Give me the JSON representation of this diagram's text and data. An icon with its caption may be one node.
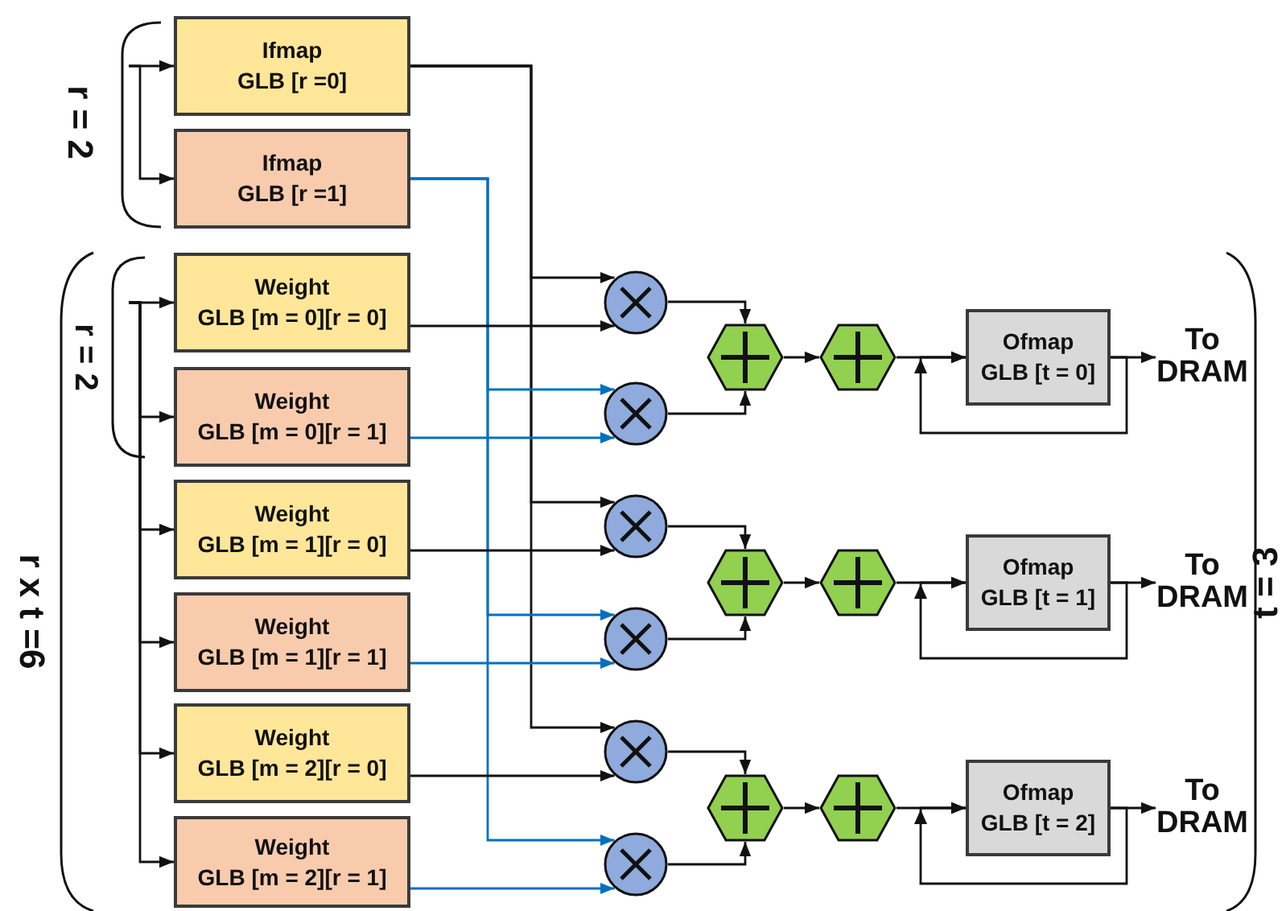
{
  "diagram": {
    "nodes": [
      {
        "text": [
          "Ifmap",
          "GLB [r =0]"
        ]
      },
      {
        "text": [
          "Ifmap",
          "GLB [r =1]"
        ]
      },
      {
        "text": [
          "Weight",
          "GLB [m = 0][r = 0]"
        ]
      },
      {
        "text": [
          "Weight",
          "GLB [m = 0][r = 1]"
        ]
      },
      {
        "text": [
          "Weight",
          "GLB [m = 1][r = 0]"
        ]
      },
      {
        "text": [
          "Weight",
          "GLB [m = 1][r = 1]"
        ]
      },
      {
        "text": [
          "Weight",
          "GLB [m = 2][r = 0]"
        ]
      },
      {
        "text": [
          "Weight",
          "GLB [m = 2][r = 1]"
        ]
      },
      {
        "text": [],
        "shape": "circle"
      },
      {
        "text": [],
        "shape": "circle"
      },
      {
        "text": [],
        "shape": "circle"
      },
      {
        "text": [],
        "shape": "circle"
      },
      {
        "text": [],
        "shape": "circle"
      },
      {
        "text": [],
        "shape": "circle"
      },
      {
        "text": [],
        "shape": "hexagon"
      },
      {
        "text": [],
        "shape": "hexagon"
      },
      {
        "text": [],
        "shape": "hexagon"
      },
      {
        "text": [],
        "shape": "hexagon"
      },
      {
        "text": [],
        "shape": "hexagon"
      },
      {
        "text": [],
        "shape": "hexagon"
      },
      {
        "text": [
          "Ofmap",
          "GLB [t = 0]"
        ]
      },
      {
        "text": [
          "Ofmap",
          "GLB [t = 1]"
        ]
      },
      {
        "text": [
          "Ofmap",
          "GLB [t = 2]"
        ]
      },
      {
        "text": [
          "To DRAM"
        ]
      },
      {
        "text": [
          "To DRAM"
        ]
      },
      {
        "text": [
          "To DRAM"
        ]
      }
    ],
    "edges": [
      {
        "from": null,
        "to": 0,
        "arrow": "to"
      },
      {
        "from": null,
        "to": 1,
        "arrow": "to"
      },
      {
        "from": null,
        "to": 2,
        "arrow": "to"
      },
      {
        "from": null,
        "to": 3,
        "arrow": "to"
      },
      {
        "from": null,
        "to": 4,
        "arrow": "to"
      },
      {
        "from": null,
        "to": 5,
        "arrow": "to"
      },
      {
        "from": null,
        "to": 6,
        "arrow": "to"
      },
      {
        "from": null,
        "to": 7,
        "arrow": "to"
      },
      {
        "from": 0,
        "to": 8,
        "arrow": "to"
      },
      {
        "from": 0,
        "to": 10,
        "arrow": "to"
      },
      {
        "from": 0,
        "to": 12,
        "arrow": "to"
      },
      {
        "from": 1,
        "to": 9,
        "arrow": "to",
        "color": "#0070c0"
      },
      {
        "from": 1,
        "to": 11,
        "arrow": "to",
        "color": "#0070c0"
      },
      {
        "from": 1,
        "to": 13,
        "arrow": "to",
        "color": "#0070c0"
      },
      {
        "from": 2,
        "to": 8,
        "arrow": "to"
      },
      {
        "from": 3,
        "to": 9,
        "arrow": "to",
        "color": "#0070c0"
      },
      {
        "from": 4,
        "to": 10,
        "arrow": "to"
      },
      {
        "from": 5,
        "to": 11,
        "arrow": "to",
        "color": "#0070c0"
      },
      {
        "from": 6,
        "to": 12,
        "arrow": "to"
      },
      {
        "from": 7,
        "to": 13,
        "arrow": "to",
        "color": "#0070c0"
      },
      {
        "from": 8,
        "to": 14,
        "arrow": "to"
      },
      {
        "from": 9,
        "to": 14,
        "arrow": "to"
      },
      {
        "from": 10,
        "to": 16,
        "arrow": "to"
      },
      {
        "from": 11,
        "to": 16,
        "arrow": "to"
      },
      {
        "from": 12,
        "to": 18,
        "arrow": "to"
      },
      {
        "from": 13,
        "to": 18,
        "arrow": "to"
      },
      {
        "from": 14,
        "to": 15,
        "arrow": "to"
      },
      {
        "from": 16,
        "to": 17,
        "arrow": "to"
      },
      {
        "from": 18,
        "to": 19,
        "arrow": "to"
      },
      {
        "from": 15,
        "to": 20,
        "arrow": "to"
      },
      {
        "from": 17,
        "to": 21,
        "arrow": "to"
      },
      {
        "from": 19,
        "to": 22,
        "arrow": "to"
      },
      {
        "from": 20,
        "to": 23,
        "arrow": "to"
      },
      {
        "from": 21,
        "to": 24,
        "arrow": "to"
      },
      {
        "from": 22,
        "to": 25,
        "arrow": "to"
      },
      {
        "from": 20,
        "to": 20,
        "arrow": "to"
      },
      {
        "from": 21,
        "to": 21,
        "arrow": "to"
      },
      {
        "from": 22,
        "to": 22,
        "arrow": "to"
      }
    ],
    "labels": [
      "r = 2",
      "r = 2",
      "r x t =6",
      "t = 3"
    ]
  }
}
